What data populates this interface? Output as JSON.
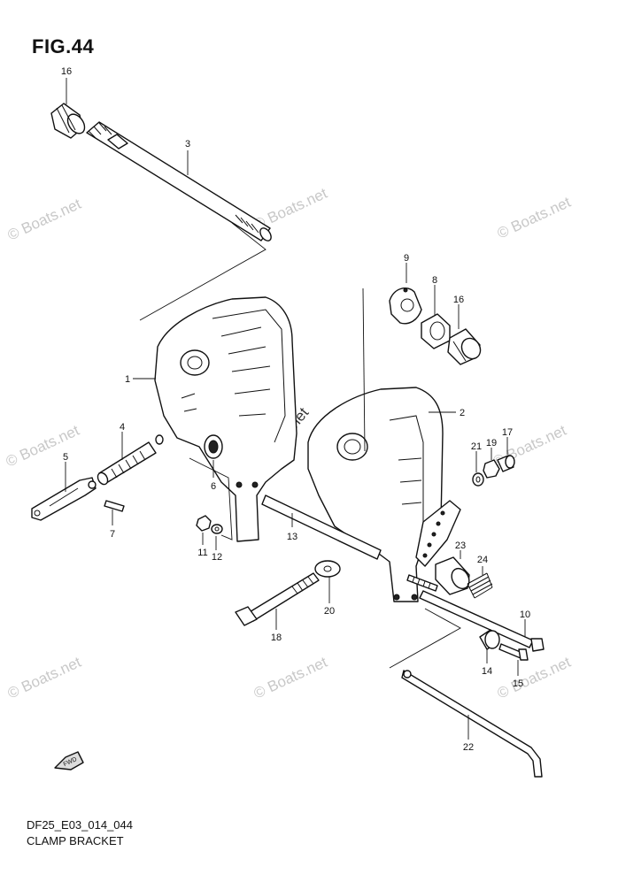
{
  "figure_title": "FIG.44",
  "diagram_code": "DF25_E03_014_044",
  "caption": "CLAMP BRACKET",
  "watermark_text": "© Boats.net",
  "fwd_label": "FWD",
  "part_labels": [
    {
      "id": "16a",
      "text": "16"
    },
    {
      "id": "3",
      "text": "3"
    },
    {
      "id": "9",
      "text": "9"
    },
    {
      "id": "8",
      "text": "8"
    },
    {
      "id": "16b",
      "text": "16"
    },
    {
      "id": "1",
      "text": "1"
    },
    {
      "id": "2",
      "text": "2"
    },
    {
      "id": "4",
      "text": "4"
    },
    {
      "id": "5",
      "text": "5"
    },
    {
      "id": "6",
      "text": "6"
    },
    {
      "id": "7",
      "text": "7"
    },
    {
      "id": "11",
      "text": "11"
    },
    {
      "id": "12",
      "text": "12"
    },
    {
      "id": "13",
      "text": "13"
    },
    {
      "id": "17",
      "text": "17"
    },
    {
      "id": "19",
      "text": "19"
    },
    {
      "id": "21",
      "text": "21"
    },
    {
      "id": "23",
      "text": "23"
    },
    {
      "id": "24",
      "text": "24"
    },
    {
      "id": "20",
      "text": "20"
    },
    {
      "id": "18",
      "text": "18"
    },
    {
      "id": "10",
      "text": "10"
    },
    {
      "id": "14",
      "text": "14"
    },
    {
      "id": "15",
      "text": "15"
    },
    {
      "id": "22",
      "text": "22"
    }
  ]
}
